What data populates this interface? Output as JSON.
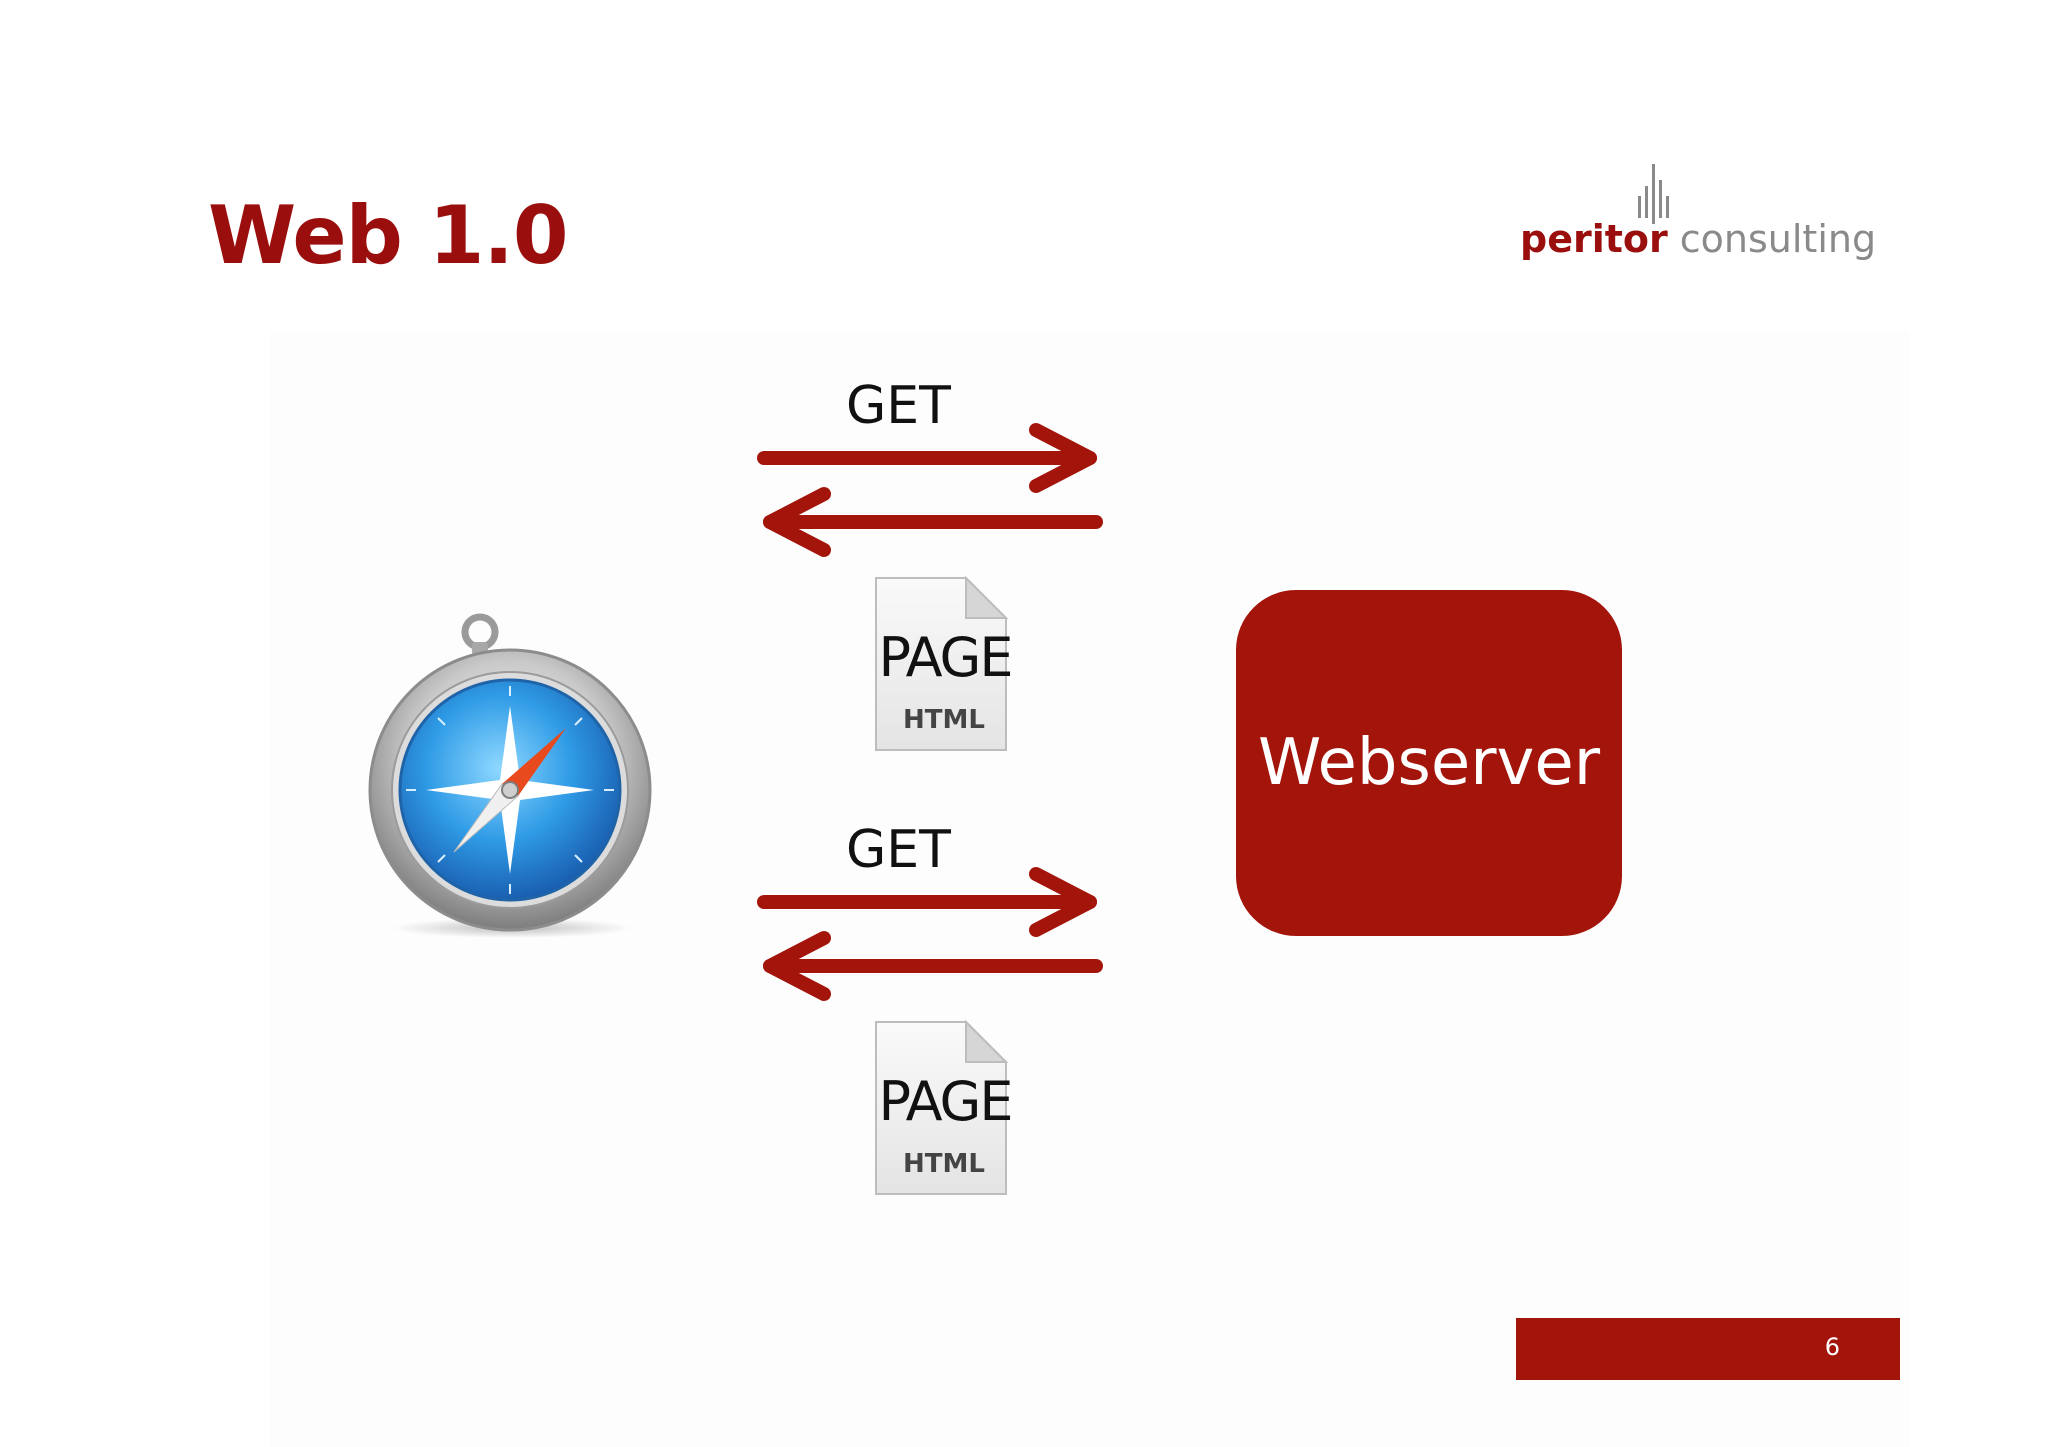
{
  "slide": {
    "title": "Web 1.0",
    "page_number": "6"
  },
  "logo": {
    "brand": "peritor",
    "suffix": "consulting",
    "icon": "bar-mark-icon"
  },
  "diagram": {
    "request_1": "GET",
    "request_2": "GET",
    "response_1": {
      "page_label": "PAGE",
      "file_type": "HTML"
    },
    "response_2": {
      "page_label": "PAGE",
      "file_type": "HTML"
    },
    "server_label": "Webserver",
    "client_icon": "safari-compass-icon",
    "page_icon": "document-icon"
  },
  "colors": {
    "accent_red": "#a3150b",
    "title_red": "#9b0e0e",
    "logo_grey": "#8a8a8a"
  }
}
